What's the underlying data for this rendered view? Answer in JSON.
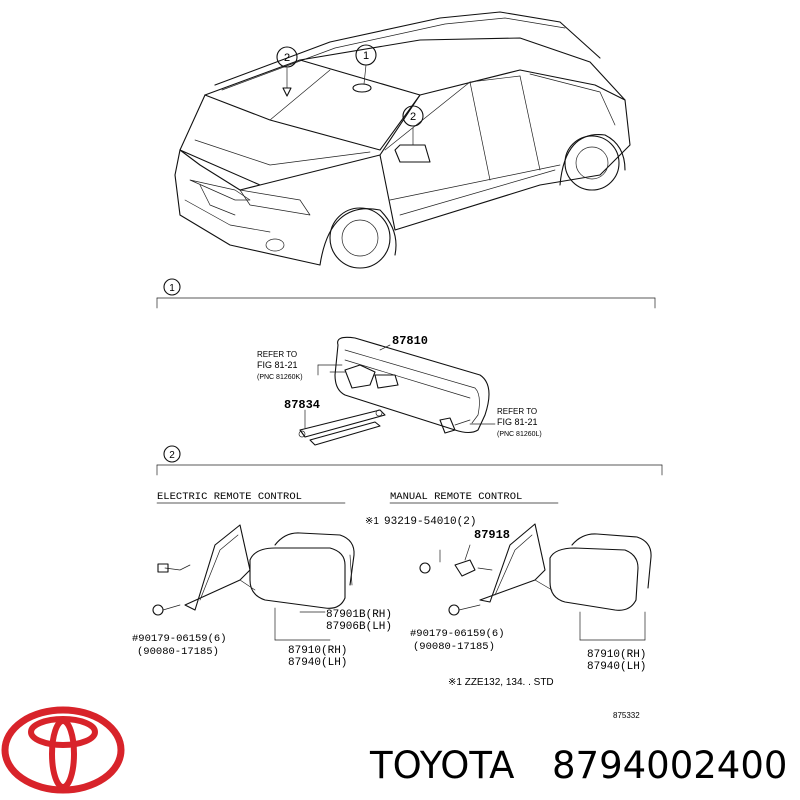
{
  "section_1": {
    "callout": "1"
  },
  "section_2": {
    "callout": "2"
  },
  "car_callouts": {
    "a": "2",
    "b": "1",
    "c": "2"
  },
  "mirror_inner": {
    "part": "87810",
    "stay": "87834",
    "refer_left": [
      "REFER TO",
      "FIG 81-21",
      "(PNC 81260K)"
    ],
    "refer_right": [
      "REFER TO",
      "FIG 81-21",
      "(PNC 81260L)"
    ]
  },
  "electric": {
    "title": "ELECTRIC REMOTE CONTROL",
    "sub_rh": "87901B(RH)",
    "sub_lh": "87906B(LH)",
    "screw_1": "#90179-06159(6)",
    "screw_2": "(90080-17185)",
    "mirror_rh": "87910(RH)",
    "mirror_lh": "87940(LH)"
  },
  "manual": {
    "title": "MANUAL REMOTE CONTROL",
    "knob_mark": "※1",
    "knob_part": "93219-54010(2)",
    "cover": "87918",
    "screw_1": "#90179-06159(6)",
    "screw_2": "(90080-17185)",
    "mirror_rh": "87910(RH)",
    "mirror_lh": "87940(LH)"
  },
  "footnote": "※1  ZZE132, 134. . STD",
  "diagram_code": "875332",
  "brand": "TOYOTA",
  "part_number": "8794002400",
  "brand_color": "#d8232a"
}
